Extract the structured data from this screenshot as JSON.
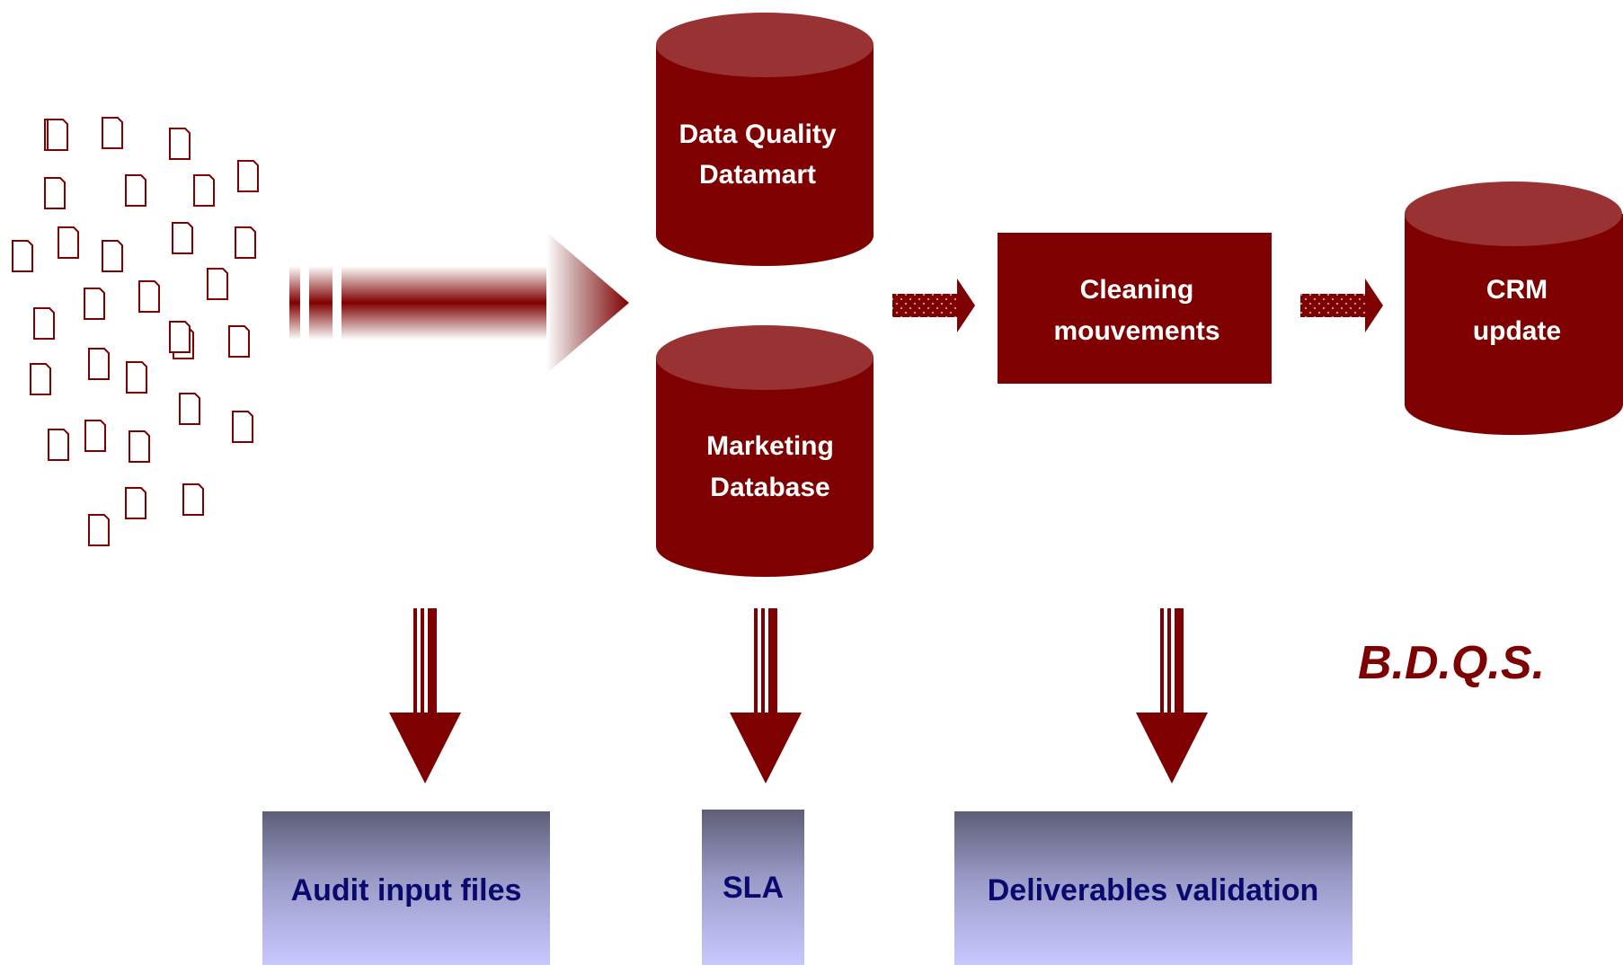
{
  "nodes": {
    "dq_datamart": {
      "line1": "Data Quality",
      "line2": "Datamart"
    },
    "marketing_db": {
      "line1": "Marketing",
      "line2": "Database"
    },
    "cleaning": {
      "line1": "Cleaning",
      "line2": "mouvements"
    },
    "crm": {
      "line1": "CRM",
      "line2": "update"
    }
  },
  "outputs": {
    "audit": "Audit input files",
    "sla": "SLA",
    "deliverables": "Deliverables validation"
  },
  "brand": "B.D.Q.S.",
  "input_files": {
    "count": 31,
    "icon": "document-icon"
  },
  "colors": {
    "primary": "#7f0000",
    "cylinder_top": "#993333",
    "output_gradient_top": "#5e5e78",
    "output_gradient_bottom": "#c8c8ff",
    "output_text": "#0a0a6e"
  }
}
